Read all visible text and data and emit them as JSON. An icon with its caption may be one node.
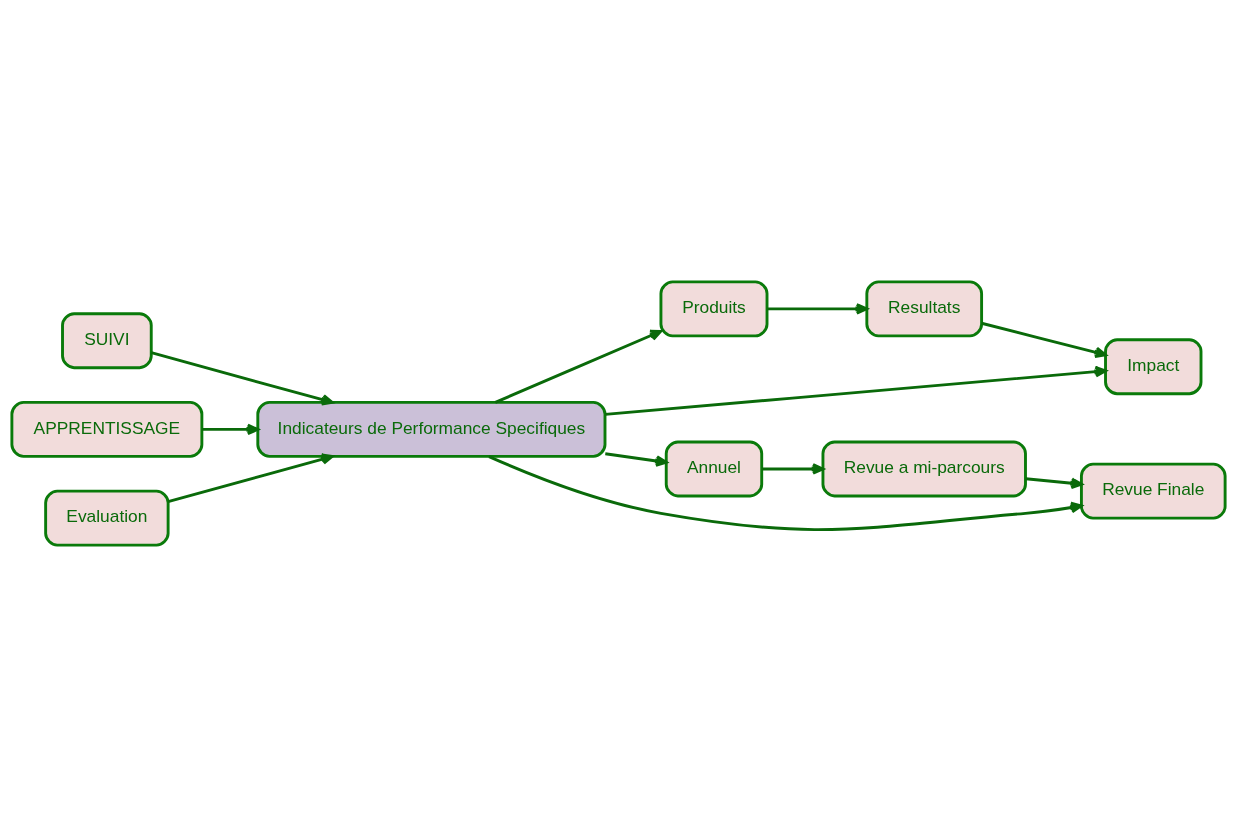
{
  "diagram": {
    "nodes": [
      {
        "text": [
          "SUIVI"
        ]
      },
      {
        "text": [
          "APPRENTISSAGE"
        ]
      },
      {
        "text": [
          "Evaluation"
        ]
      },
      {
        "text": [
          "Produits"
        ]
      },
      {
        "text": [
          "Resultats"
        ]
      },
      {
        "text": [
          "Impact"
        ]
      },
      {
        "text": [
          "Indicateurs de Performance Specifiques"
        ]
      },
      {
        "text": [
          "Annuel"
        ]
      },
      {
        "text": [
          "Revue a mi-parcours"
        ]
      },
      {
        "text": [
          "Revue Finale"
        ]
      }
    ],
    "edges": [
      {
        "from": 0,
        "to": 6,
        "arrow": "to"
      },
      {
        "from": 1,
        "to": 6,
        "arrow": "to"
      },
      {
        "from": 2,
        "to": 6,
        "arrow": "to"
      },
      {
        "from": 6,
        "to": 3,
        "arrow": "to"
      },
      {
        "from": 6,
        "to": 5,
        "arrow": "to"
      },
      {
        "from": 6,
        "to": 7,
        "arrow": "to"
      },
      {
        "from": 6,
        "to": 9,
        "arrow": "to"
      },
      {
        "from": 3,
        "to": 4,
        "arrow": "to"
      },
      {
        "from": 4,
        "to": 5,
        "arrow": "to"
      },
      {
        "from": 7,
        "to": 8,
        "arrow": "to"
      },
      {
        "from": 8,
        "to": 9,
        "arrow": "to"
      }
    ]
  }
}
